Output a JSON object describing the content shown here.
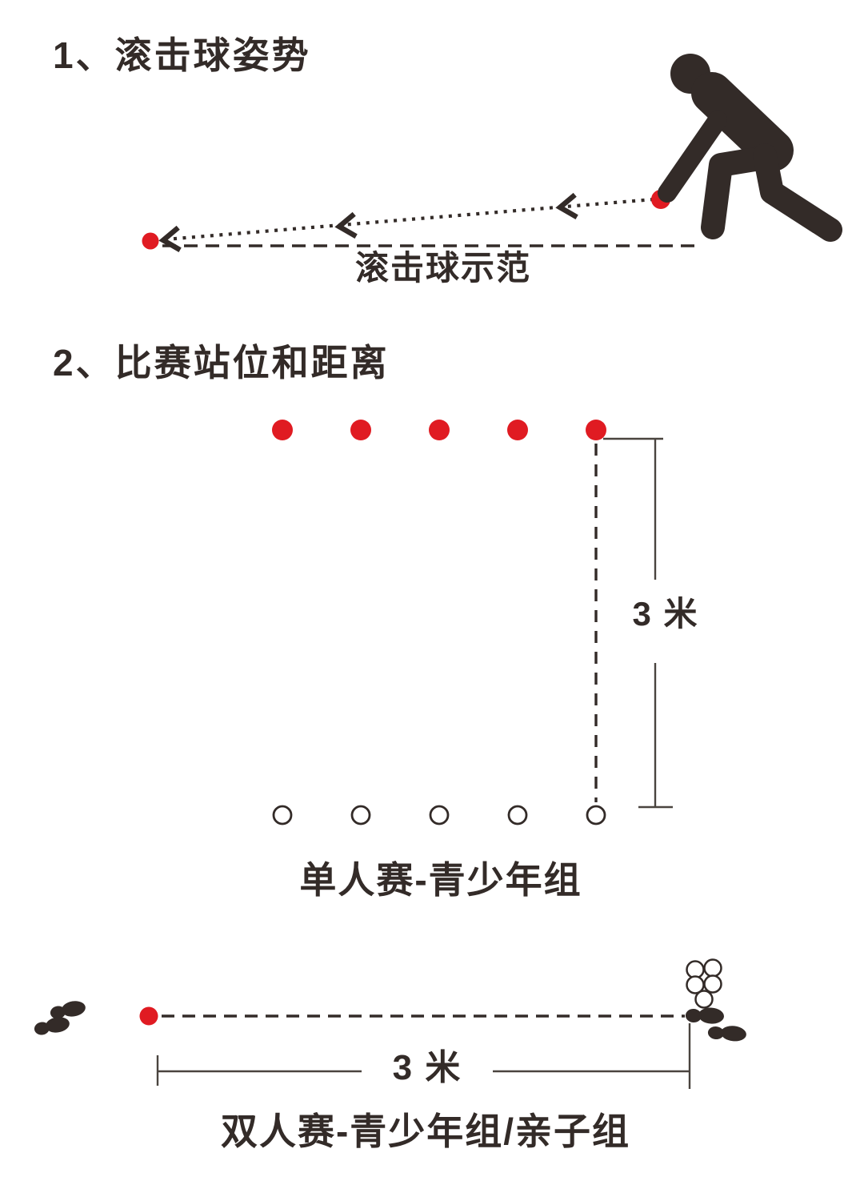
{
  "colors": {
    "background": "#ffffff",
    "ink": "#332b28",
    "red": "#e01b22",
    "measure_line": "#4a443f"
  },
  "section1": {
    "title": "1、滚击球姿势",
    "caption": "滚击球示范",
    "icons": [
      "kneeling-player-icon",
      "ball-in-hand-dot",
      "target-ball-dot",
      "trajectory-dotted-arrow",
      "ground-dashed-line"
    ]
  },
  "section2": {
    "title": "2、比赛站位和距离",
    "target_row": {
      "count": 5,
      "color": "#e01b22"
    },
    "player_row": {
      "count": 5
    },
    "distance_label": "3 米",
    "caption": "单人赛-青少年组"
  },
  "section3": {
    "start_dot_color": "#e01b22",
    "ball_stack_count": 5,
    "footprint_pairs": 2,
    "distance_label": "3 米",
    "caption": "双人赛-青少年组/亲子组"
  }
}
